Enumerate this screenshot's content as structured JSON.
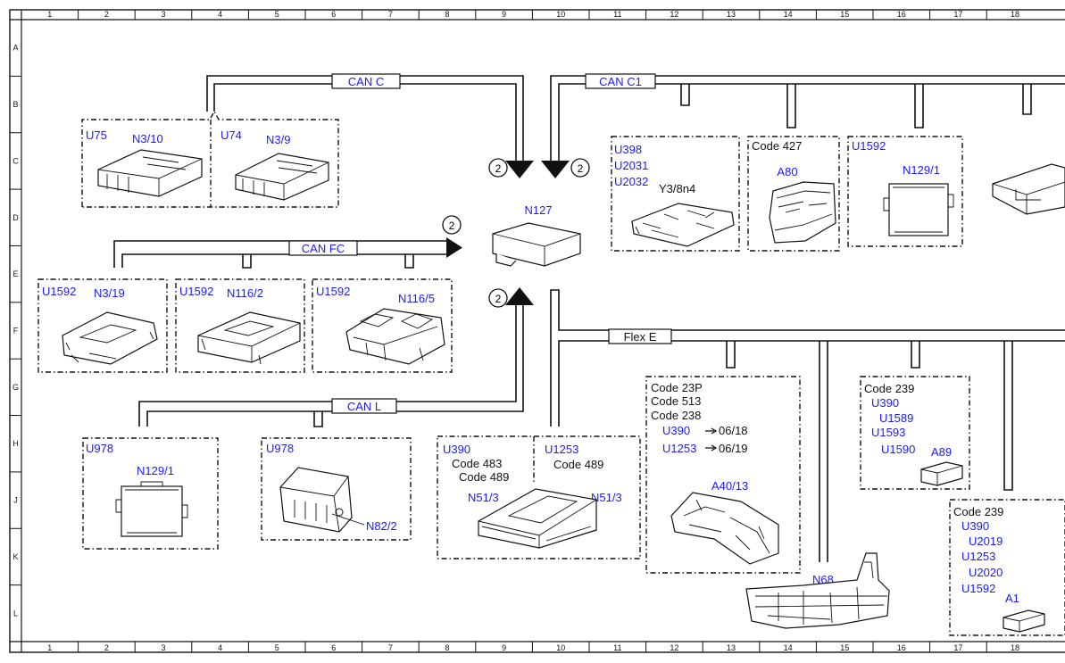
{
  "grid": {
    "columns": [
      "1",
      "2",
      "3",
      "4",
      "5",
      "6",
      "7",
      "8",
      "9",
      "10",
      "11",
      "12",
      "13",
      "14",
      "15",
      "16",
      "17",
      "18"
    ],
    "rows": [
      "A",
      "B",
      "C",
      "D",
      "E",
      "F",
      "G",
      "H",
      "J",
      "K",
      "L"
    ]
  },
  "buses": {
    "can_c": "CAN C",
    "can_c1": "CAN C1",
    "can_fc": "CAN FC",
    "can_l": "CAN L",
    "flex_e": "Flex E"
  },
  "markers": {
    "two": "2"
  },
  "central": {
    "name": "N127"
  },
  "modules": {
    "u75": {
      "code": "U75",
      "name": "N3/10"
    },
    "u74": {
      "code": "U74",
      "name": "N3/9"
    },
    "y3": {
      "codes": [
        "U398",
        "U2031",
        "U2032"
      ],
      "name": "Y3/8n4"
    },
    "a80": {
      "code": "Code 427",
      "name": "A80"
    },
    "n129_top": {
      "code": "U1592",
      "name": "N129/1"
    },
    "n3_19": {
      "code": "U1592",
      "name": "N3/19"
    },
    "n116_2": {
      "code": "U1592",
      "name": "N116/2"
    },
    "n116_5": {
      "code": "U1592",
      "name": "N116/5"
    },
    "n129_bot": {
      "code": "U978",
      "name": "N129/1"
    },
    "n82_2": {
      "code": "U978",
      "name": "N82/2"
    },
    "n51_3": {
      "left_code": "U390",
      "left_lines": [
        "Code 483",
        "Code 489"
      ],
      "right_code": "U1253",
      "right_line": "Code 489",
      "name_left": "N51/3",
      "name_right": "N51/3"
    },
    "a40_13": {
      "lines": [
        "Code 23P",
        "Code 513",
        "Code 238"
      ],
      "u390": "U390",
      "u390_date": "06/18",
      "u1253": "U1253",
      "u1253_date": "06/19",
      "name": "A40/13"
    },
    "n68": {
      "name": "N68"
    },
    "a89": {
      "code_line": "Code 239",
      "codes": [
        "U390",
        "U1589",
        "U1593",
        "U1590"
      ],
      "name": "A89"
    },
    "a1": {
      "code_line": "Code 239",
      "codes": [
        "U390",
        "U2019",
        "U1253",
        "U2020",
        "U1592"
      ],
      "name": "A1"
    }
  }
}
